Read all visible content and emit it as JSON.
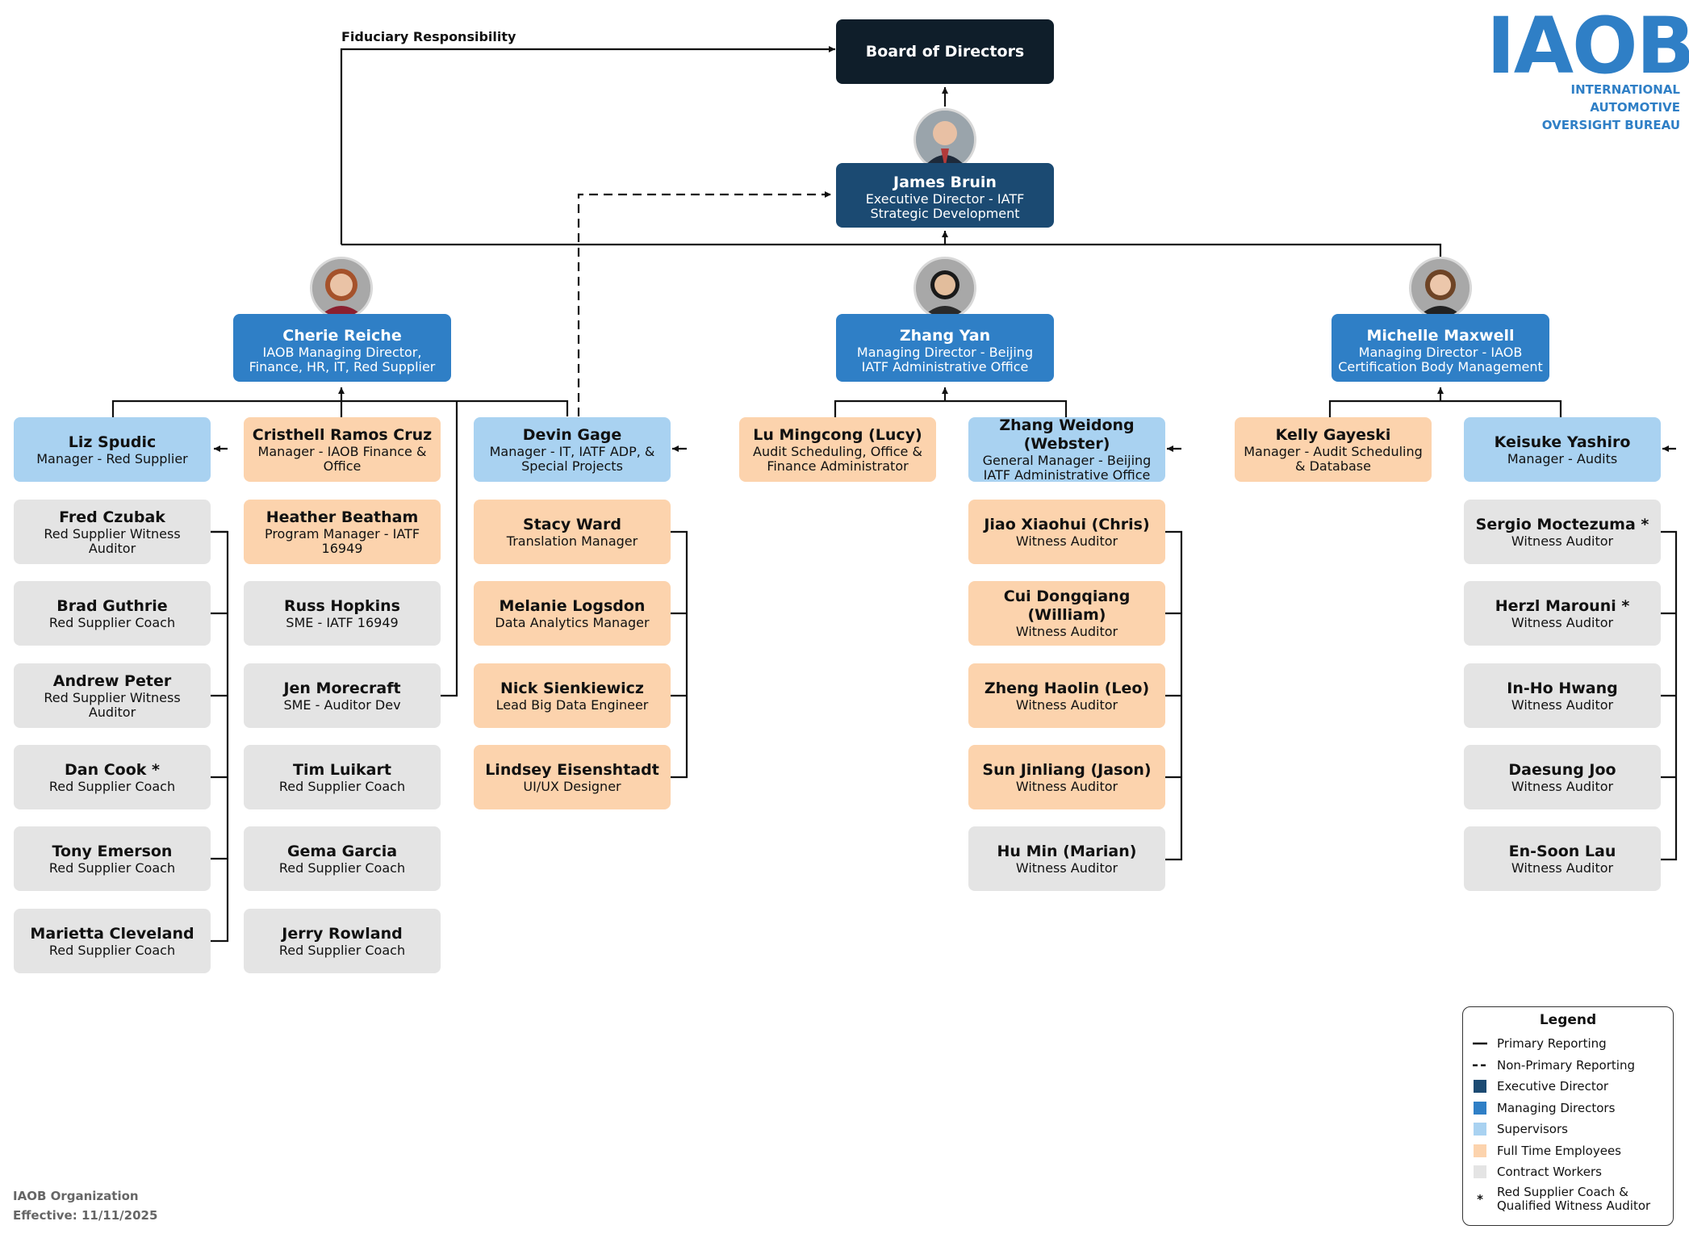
{
  "fiduciary_label": "Fiduciary Responsibility",
  "board": {
    "name": "Board of Directors"
  },
  "exec": {
    "name": "James Bruin",
    "role": "Executive Director - IATF Strategic Development"
  },
  "md1": {
    "name": "Cherie Reiche",
    "role": "IAOB Managing Director, Finance, HR, IT, Red Supplier"
  },
  "md2": {
    "name": "Zhang Yan",
    "role": "Managing Director - Beijing IATF Administrative Office"
  },
  "md3": {
    "name": "Michelle Maxwell",
    "role": "Managing Director - IAOB Certification Body Management"
  },
  "col_a": [
    {
      "name": "Liz Spudic",
      "role": "Manager - Red Supplier",
      "cat": "sup"
    },
    {
      "name": "Fred Czubak",
      "role": "Red Supplier Witness Auditor",
      "cat": "cw"
    },
    {
      "name": "Brad Guthrie",
      "role": "Red Supplier Coach",
      "cat": "cw"
    },
    {
      "name": "Andrew Peter",
      "role": "Red Supplier Witness Auditor",
      "cat": "cw"
    },
    {
      "name": "Dan Cook *",
      "role": "Red Supplier Coach",
      "cat": "cw"
    },
    {
      "name": "Tony Emerson",
      "role": "Red Supplier Coach",
      "cat": "cw"
    },
    {
      "name": "Marietta Cleveland",
      "role": "Red Supplier Coach",
      "cat": "cw"
    }
  ],
  "col_b": [
    {
      "name": "Cristhell Ramos Cruz",
      "role": "Manager - IAOB Finance & Office",
      "cat": "ft"
    },
    {
      "name": "Heather Beatham",
      "role": "Program Manager - IATF 16949",
      "cat": "ft"
    },
    {
      "name": "Russ Hopkins",
      "role": "SME - IATF 16949",
      "cat": "cw"
    },
    {
      "name": "Jen Morecraft",
      "role": "SME - Auditor Dev",
      "cat": "cw"
    },
    {
      "name": "Tim Luikart",
      "role": "Red Supplier Coach",
      "cat": "cw"
    },
    {
      "name": "Gema Garcia",
      "role": "Red Supplier Coach",
      "cat": "cw"
    },
    {
      "name": "Jerry Rowland",
      "role": "Red Supplier Coach",
      "cat": "cw"
    }
  ],
  "col_c": [
    {
      "name": "Devin Gage",
      "role": "Manager - IT, IATF ADP, & Special Projects",
      "cat": "sup"
    },
    {
      "name": "Stacy Ward",
      "role": "Translation Manager",
      "cat": "ft"
    },
    {
      "name": "Melanie Logsdon",
      "role": "Data Analytics Manager",
      "cat": "ft"
    },
    {
      "name": "Nick Sienkiewicz",
      "role": "Lead Big Data Engineer",
      "cat": "ft"
    },
    {
      "name": "Lindsey Eisenshtadt",
      "role": "UI/UX Designer",
      "cat": "ft"
    }
  ],
  "col_d": [
    {
      "name": "Lu Mingcong (Lucy)",
      "role": "Audit Scheduling, Office & Finance Administrator",
      "cat": "ft"
    }
  ],
  "col_e": [
    {
      "name": "Zhang Weidong (Webster)",
      "role": "General Manager - Beijing IATF Administrative Office",
      "cat": "sup"
    },
    {
      "name": "Jiao Xiaohui (Chris)",
      "role": "Witness Auditor",
      "cat": "ft"
    },
    {
      "name": "Cui Dongqiang (William)",
      "role": "Witness Auditor",
      "cat": "ft"
    },
    {
      "name": "Zheng Haolin (Leo)",
      "role": "Witness Auditor",
      "cat": "ft"
    },
    {
      "name": "Sun Jinliang (Jason)",
      "role": "Witness Auditor",
      "cat": "ft"
    },
    {
      "name": "Hu Min (Marian)",
      "role": "Witness Auditor",
      "cat": "cw"
    }
  ],
  "col_f": [
    {
      "name": "Kelly Gayeski",
      "role": "Manager - Audit Scheduling & Database",
      "cat": "ft"
    }
  ],
  "col_g": [
    {
      "name": "Keisuke Yashiro",
      "role": "Manager - Audits",
      "cat": "sup"
    },
    {
      "name": "Sergio Moctezuma *",
      "role": "Witness Auditor",
      "cat": "cw"
    },
    {
      "name": "Herzl Marouni *",
      "role": "Witness Auditor",
      "cat": "cw"
    },
    {
      "name": "In-Ho Hwang",
      "role": "Witness Auditor",
      "cat": "cw"
    },
    {
      "name": "Daesung Joo",
      "role": "Witness Auditor",
      "cat": "cw"
    },
    {
      "name": "En-Soon Lau",
      "role": "Witness Auditor",
      "cat": "cw"
    }
  ],
  "logo": {
    "mark": "IAOB",
    "line1": "INTERNATIONAL AUTOMOTIVE",
    "line2": "OVERSIGHT BUREAU"
  },
  "legend": {
    "title": "Legend",
    "items": [
      {
        "label": "Primary Reporting",
        "kind": "solid"
      },
      {
        "label": "Non-Primary Reporting",
        "kind": "dashed"
      },
      {
        "label": "Executive Director",
        "kind": "swatch",
        "color": "#1b4a72"
      },
      {
        "label": "Managing Directors",
        "kind": "swatch",
        "color": "#2f7fc6"
      },
      {
        "label": "Supervisors",
        "kind": "swatch",
        "color": "#a9d2f1"
      },
      {
        "label": "Full Time Employees",
        "kind": "swatch",
        "color": "#fcd3ad"
      },
      {
        "label": "Contract Workers",
        "kind": "swatch",
        "color": "#e4e4e4"
      },
      {
        "label": "Red Supplier Coach & Qualified Witness Auditor",
        "kind": "asterisk",
        "symbol": "*"
      }
    ]
  },
  "footer": {
    "line1": "IAOB Organization",
    "line2": "Effective: 11/11/2025"
  }
}
